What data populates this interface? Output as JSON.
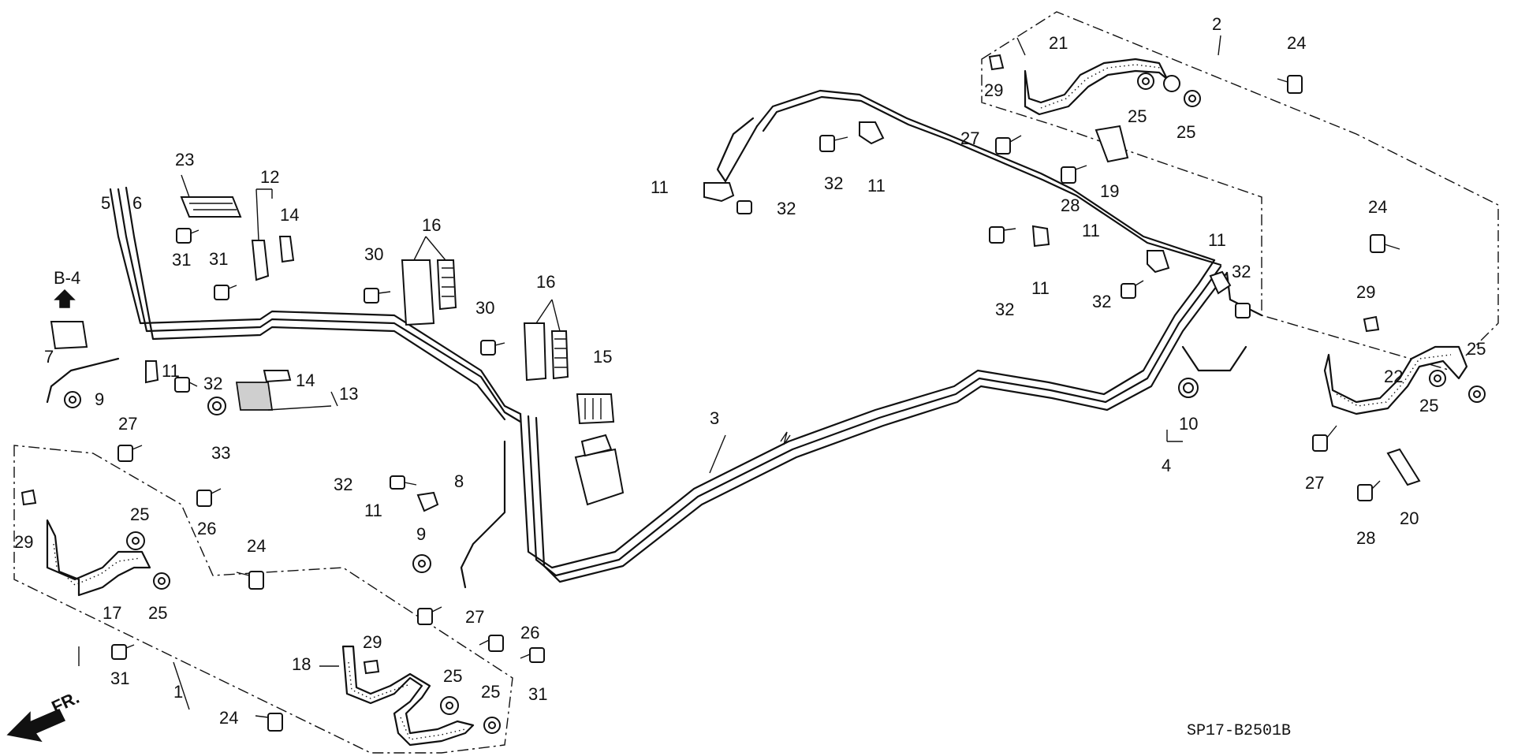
{
  "diagram": {
    "code": "SP17-B2501B",
    "direction_label": "FR.",
    "ref_label": "B-4",
    "parts": [
      "1",
      "2",
      "3",
      "4",
      "5",
      "6",
      "7",
      "8",
      "9",
      "10",
      "11",
      "12",
      "13",
      "14",
      "15",
      "16",
      "17",
      "18",
      "19",
      "20",
      "21",
      "22",
      "23",
      "24",
      "25",
      "26",
      "27",
      "28",
      "29",
      "30",
      "31",
      "32",
      "33"
    ]
  }
}
